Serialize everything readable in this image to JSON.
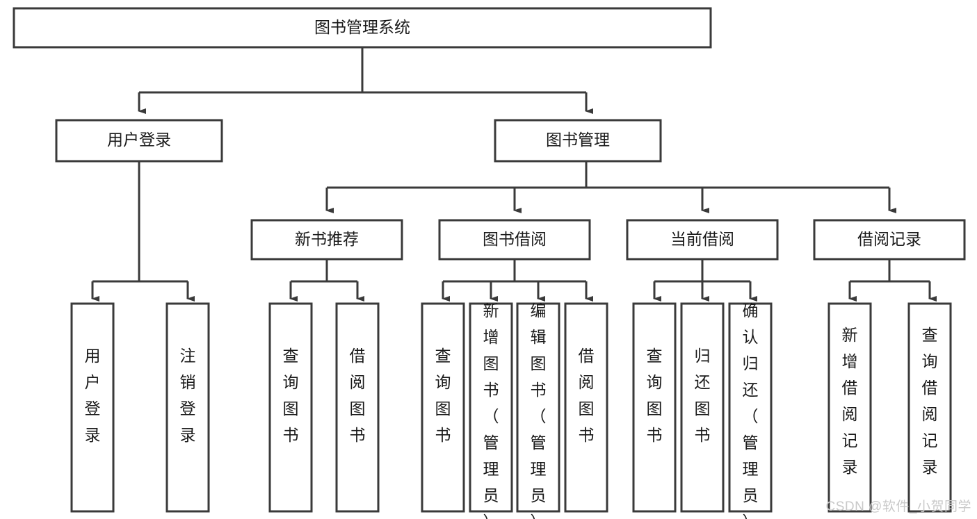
{
  "diagram": {
    "type": "tree-hierarchy-flowchart",
    "title": "图书管理系统",
    "watermark": "CSDN @软件_小贺同学",
    "colors": {
      "stroke": "#3a3a3a",
      "fill": "#ffffff",
      "text": "#1a1a1a",
      "watermark": "#c9c9c9",
      "background": "#ffffff"
    },
    "levels": {
      "root": {
        "label": "图书管理系统"
      },
      "level2": [
        {
          "id": "user-login",
          "label": "用户登录"
        },
        {
          "id": "book-management",
          "label": "图书管理"
        }
      ],
      "level3": [
        {
          "id": "new-book-recommend",
          "label": "新书推荐",
          "parent": "book-management"
        },
        {
          "id": "book-borrow",
          "label": "图书借阅",
          "parent": "book-management"
        },
        {
          "id": "current-borrow",
          "label": "当前借阅",
          "parent": "book-management"
        },
        {
          "id": "borrow-record",
          "label": "借阅记录",
          "parent": "book-management"
        }
      ],
      "leaves": [
        {
          "id": "leaf-user-login",
          "label": "用户登录",
          "parent": "user-login"
        },
        {
          "id": "leaf-logout-login",
          "label": "注销登录",
          "parent": "user-login"
        },
        {
          "id": "leaf-query-book-1",
          "label": "查询图书",
          "parent": "new-book-recommend"
        },
        {
          "id": "leaf-borrow-book-1",
          "label": "借阅图书",
          "parent": "new-book-recommend"
        },
        {
          "id": "leaf-query-book-2",
          "label": "查询图书",
          "parent": "book-borrow"
        },
        {
          "id": "leaf-add-book",
          "label": "新增图书（管理员）",
          "parent": "book-borrow"
        },
        {
          "id": "leaf-edit-book",
          "label": "编辑图书（管理员）",
          "parent": "book-borrow"
        },
        {
          "id": "leaf-borrow-book-2",
          "label": "借阅图书",
          "parent": "book-borrow"
        },
        {
          "id": "leaf-query-book-3",
          "label": "查询图书",
          "parent": "current-borrow"
        },
        {
          "id": "leaf-return-book",
          "label": "归还图书",
          "parent": "current-borrow"
        },
        {
          "id": "leaf-confirm-return",
          "label": "确认归还（管理员）",
          "parent": "current-borrow"
        },
        {
          "id": "leaf-add-record",
          "label": "新增借阅记录",
          "parent": "borrow-record"
        },
        {
          "id": "leaf-query-record",
          "label": "查询借阅记录",
          "parent": "borrow-record"
        }
      ]
    }
  }
}
